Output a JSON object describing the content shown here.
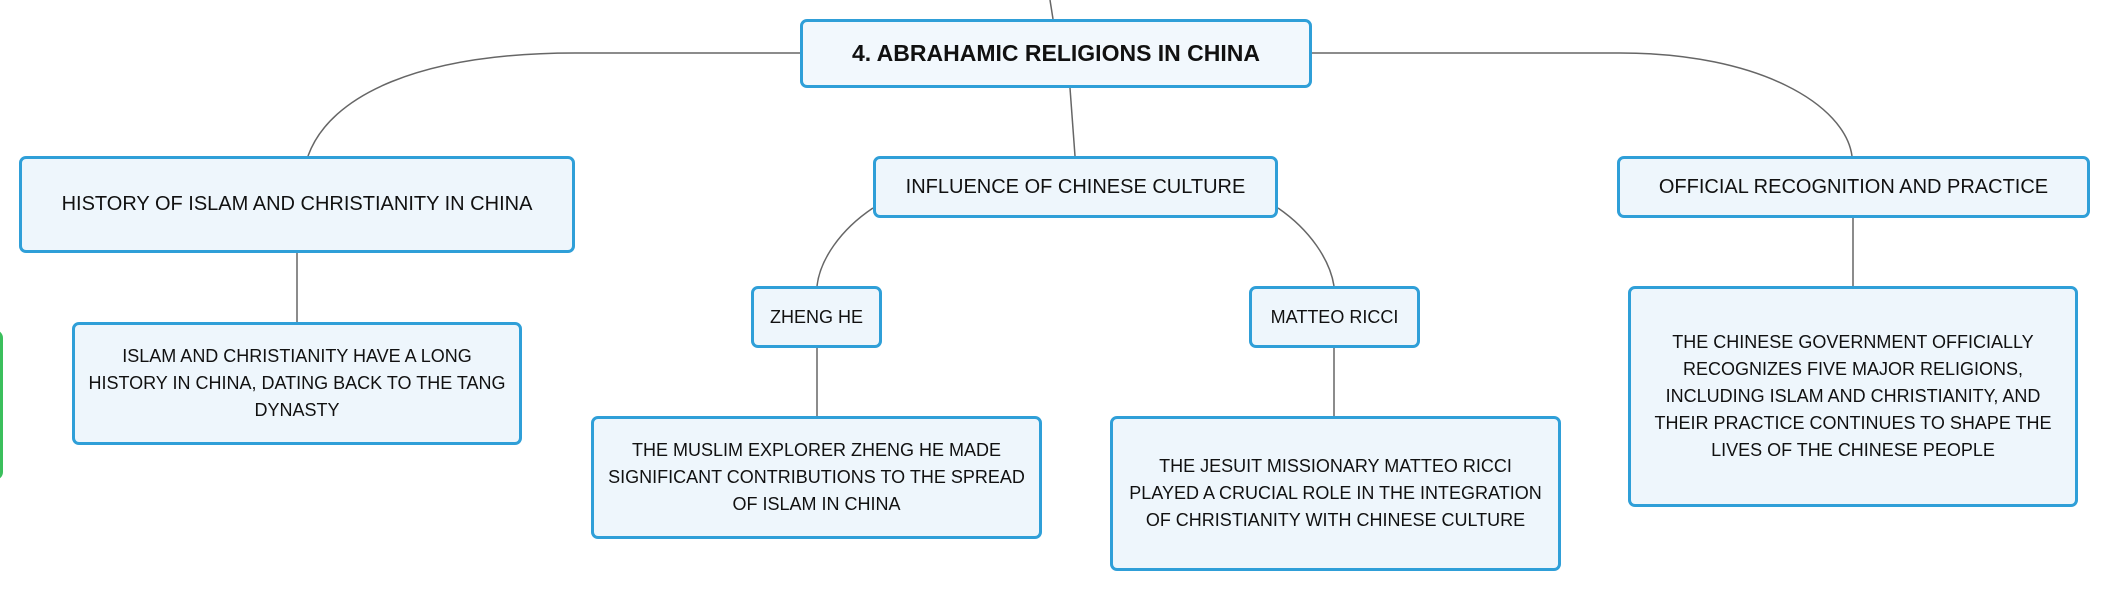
{
  "mindmap": {
    "root": {
      "label": "4. ABRAHAMIC RELIGIONS IN CHINA"
    },
    "branches": [
      {
        "label": "HISTORY OF ISLAM AND CHRISTIANITY IN CHINA",
        "detail": "ISLAM AND CHRISTIANITY HAVE A LONG HISTORY IN CHINA, DATING BACK TO THE TANG DYNASTY"
      },
      {
        "label": "INFLUENCE OF CHINESE CULTURE",
        "children": [
          {
            "label": "ZHENG HE",
            "detail": "THE MUSLIM EXPLORER ZHENG HE MADE SIGNIFICANT CONTRIBUTIONS TO THE SPREAD OF ISLAM IN CHINA"
          },
          {
            "label": "MATTEO RICCI",
            "detail": "THE JESUIT MISSIONARY MATTEO RICCI PLAYED A CRUCIAL ROLE IN THE INTEGRATION OF CHRISTIANITY WITH CHINESE CULTURE"
          }
        ]
      },
      {
        "label": "OFFICIAL RECOGNITION AND PRACTICE",
        "detail": "THE CHINESE GOVERNMENT OFFICIALLY RECOGNIZES FIVE MAJOR RELIGIONS, INCLUDING ISLAM AND CHRISTIANITY, AND THEIR PRACTICE CONTINUES TO SHAPE THE LIVES OF THE CHINESE PEOPLE"
      }
    ]
  },
  "colors": {
    "node_border": "#2f9fd8",
    "node_fill": "#eef6fc",
    "connector": "#666666",
    "side_tab_border": "#3bbf5c"
  }
}
